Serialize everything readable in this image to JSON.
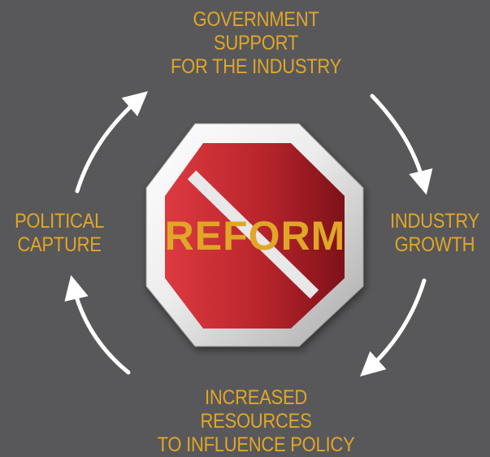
{
  "diagram": {
    "center": {
      "label": "REFORM",
      "sign_color": "#c0272d",
      "sign_frame_color": "#e6e6e6",
      "slash_color": "#e8e8e8",
      "text_color": "#e0a628"
    },
    "nodes": {
      "top": [
        "GOVERNMENT",
        "SUPPORT",
        "FOR THE INDUSTRY"
      ],
      "right": [
        "INDUSTRY",
        "GROWTH"
      ],
      "bottom": [
        "INCREASED",
        "RESOURCES",
        "TO INFLUENCE POLICY"
      ],
      "left": [
        "POLITICAL",
        "CAPTURE"
      ]
    },
    "arrow_color": "#ffffff",
    "background_color": "#58585a",
    "label_color": "#e0a628"
  }
}
